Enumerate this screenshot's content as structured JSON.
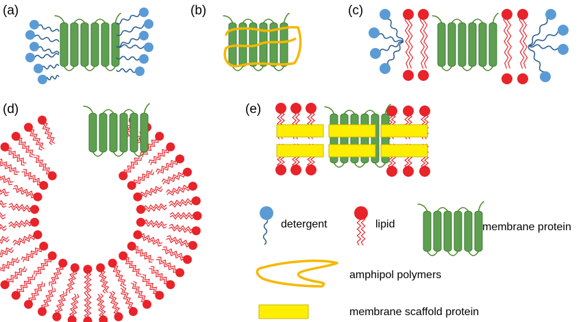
{
  "panels": [
    {
      "key": "a",
      "label": "(a)"
    },
    {
      "key": "b",
      "label": "(b)"
    },
    {
      "key": "c",
      "label": "(c)"
    },
    {
      "key": "d",
      "label": "(d)"
    },
    {
      "key": "e",
      "label": "(e)"
    }
  ],
  "legend": {
    "detergent": "detergent",
    "lipid": "lipid",
    "membrane_protein": "membrane protein",
    "amphipol": "amphipol polymers",
    "scaffold": "membrane scaffold protein"
  },
  "colors": {
    "detergent_head": "#5b9bd5",
    "detergent_tail": "#2e5f8f",
    "lipid_head": "#e8232a",
    "lipid_tail": "#e8232a",
    "protein_fill": "#5ea050",
    "protein_stroke": "#3f7a37",
    "loop": "#4f8a2c",
    "amphipol": "#f5b800",
    "scaffold_fill": "#ffee00",
    "scaffold_stroke": "#c8b400"
  }
}
